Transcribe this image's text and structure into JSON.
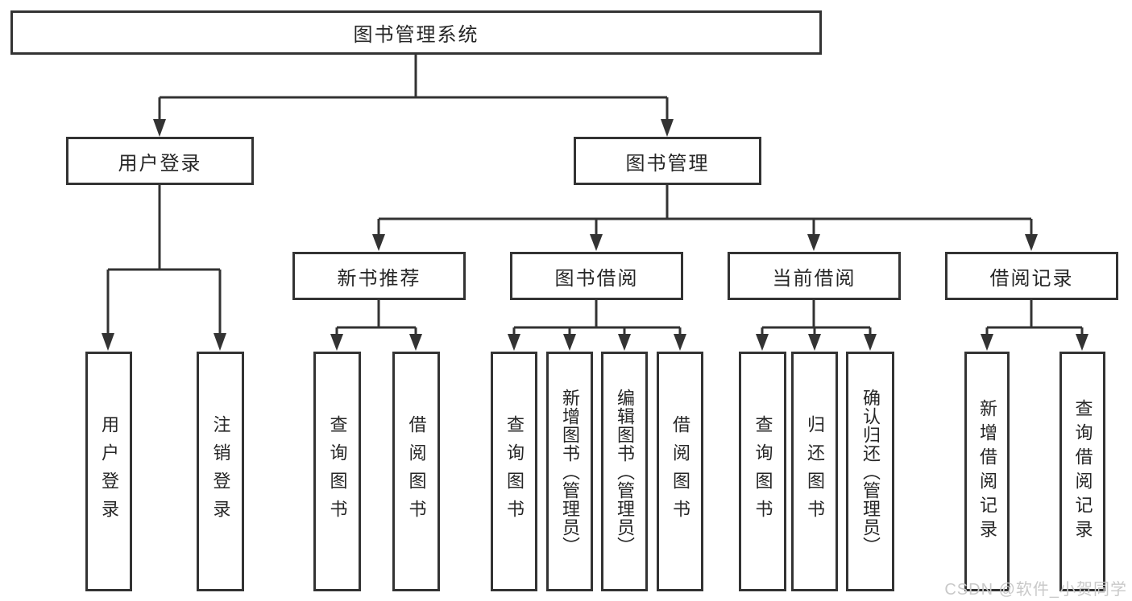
{
  "diagram": {
    "root": {
      "label": "图书管理系统"
    },
    "branches": [
      {
        "label": "用户登录",
        "children": [
          {
            "label": "用户登录"
          },
          {
            "label": "注销登录"
          }
        ]
      },
      {
        "label": "图书管理",
        "children": [
          {
            "label": "新书推荐",
            "children": [
              {
                "label": "查询图书"
              },
              {
                "label": "借阅图书"
              }
            ]
          },
          {
            "label": "图书借阅",
            "children": [
              {
                "label": "查询图书"
              },
              {
                "label": "新增图书（管理员）"
              },
              {
                "label": "编辑图书（管理员）"
              },
              {
                "label": "借阅图书"
              }
            ]
          },
          {
            "label": "当前借阅",
            "children": [
              {
                "label": "查询图书"
              },
              {
                "label": "归还图书"
              },
              {
                "label": "确认归还（管理员）"
              }
            ]
          },
          {
            "label": "借阅记录",
            "children": [
              {
                "label": "新增借阅记录"
              },
              {
                "label": "查询借阅记录"
              }
            ]
          }
        ]
      }
    ]
  },
  "watermark": {
    "text": "CSDN @软件_小贺同学"
  },
  "colors": {
    "line": "#333333",
    "text": "#262626",
    "watermark": "#c9c9c9",
    "background": "#ffffff"
  }
}
